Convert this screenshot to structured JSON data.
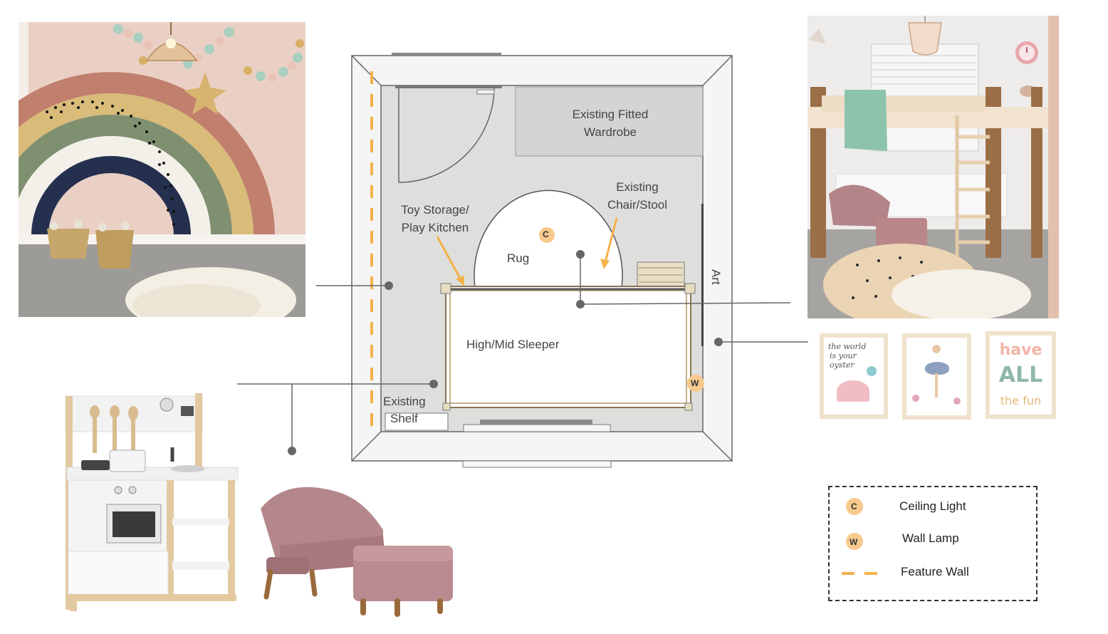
{
  "floor_plan": {
    "labels": {
      "wardrobe_line1": "Existing Fitted",
      "wardrobe_line2": "Wardrobe",
      "chair_line1": "Existing",
      "chair_line2": "Chair/Stool",
      "toy_line1": "Toy Storage/",
      "toy_line2": "Play Kitchen",
      "rug": "Rug",
      "art": "Art",
      "sleeper": "High/Mid Sleeper",
      "shelf_line1": "Existing",
      "shelf_line2": "Shelf"
    },
    "markers": {
      "ceiling_light": "C",
      "wall_lamp": "W"
    }
  },
  "art_prints": {
    "print1_line1": "the world",
    "print1_line2": "is your",
    "print1_line3": "oyster",
    "print3_line1": "have",
    "print3_line2": "ALL",
    "print3_line3": "the fun"
  },
  "legend": {
    "items": [
      {
        "symbol": "C",
        "label": "Ceiling Light"
      },
      {
        "symbol": "W",
        "label": "Wall Lamp"
      },
      {
        "symbol": "dash",
        "label": "Feature Wall"
      }
    ]
  },
  "colors": {
    "accent_orange": "#f5b14a",
    "marker_fill": "#f7c98d",
    "connector": "#666666",
    "rainbow_terracotta": "#c17f6e",
    "rainbow_mustard": "#d9bb7a",
    "rainbow_sage": "#7f9070",
    "rainbow_navy": "#25304f",
    "wall_pink": "#e6c7b9",
    "velvet_pink": "#b4878c",
    "wood": "#e3c9a0"
  }
}
